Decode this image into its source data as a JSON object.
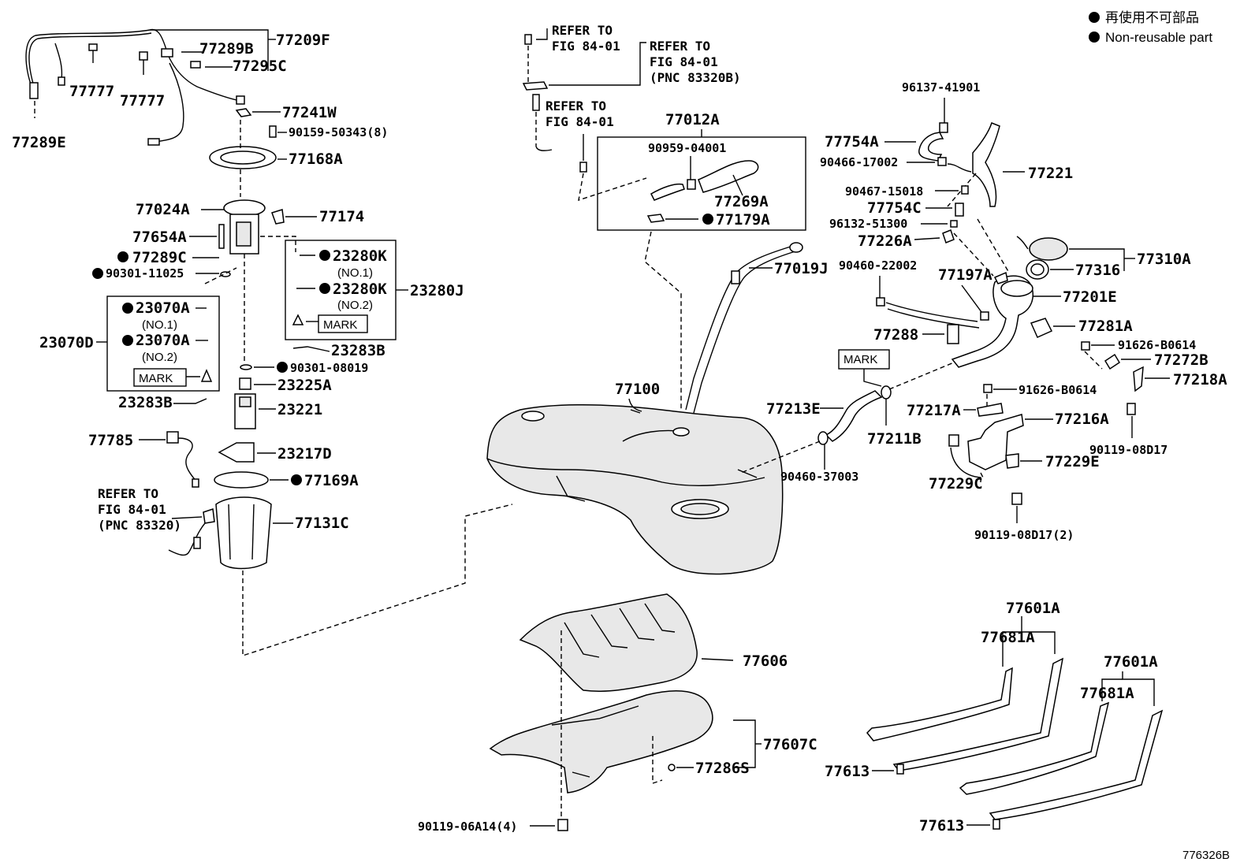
{
  "legend": {
    "line_jp": "再使用不可部品",
    "line_en": "Non-reusable part"
  },
  "figure_id": "776326B",
  "refs": {
    "r1_a": "REFER TO",
    "r1_b": "FIG 84-01",
    "r2_a": "REFER TO",
    "r2_b": "FIG 84-01",
    "r2_c": "(PNC 83320B)",
    "r3_a": "REFER TO",
    "r3_b": "FIG 84-01",
    "r4_a": "REFER TO",
    "r4_b": "FIG 84-01",
    "r4_c": "(PNC 83320)"
  },
  "parts": {
    "p77209F": "77209F",
    "p77289B": "77289B",
    "p77295C": "77295C",
    "p77777a": "77777",
    "p77777b": "77777",
    "p77289E": "77289E",
    "p77241W": "77241W",
    "p90159": "90159-50343(8)",
    "p77168A": "77168A",
    "p77024A": "77024A",
    "p77174": "77174",
    "p77654A": "77654A",
    "p77289C": "77289C",
    "p90301_11025": "90301-11025",
    "p23280K_1": "23280K",
    "p23280K_1n": "(NO.1)",
    "p23280K_2": "23280K",
    "p23280K_2n": "(NO.2)",
    "p23280J": "23280J",
    "mark1": "MARK",
    "p23283B_a": "23283B",
    "p23070A_1": "23070A",
    "p23070A_1n": "(NO.1)",
    "p23070A_2": "23070A",
    "p23070A_2n": "(NO.2)",
    "p23070D": "23070D",
    "mark2": "MARK",
    "p90301_08019": "90301-08019",
    "p23225A": "23225A",
    "p23283B_b": "23283B",
    "p23221": "23221",
    "p77785": "77785",
    "p23217D": "23217D",
    "p77169A": "77169A",
    "p77131C": "77131C",
    "p77012A": "77012A",
    "p90959": "90959-04001",
    "p77269A": "77269A",
    "p77179A": "77179A",
    "p77019J": "77019J",
    "p77100": "77100",
    "p96137": "96137-41901",
    "p77754A": "77754A",
    "p90466": "90466-17002",
    "p77221": "77221",
    "p90467": "90467-15018",
    "p77754C": "77754C",
    "p96132": "96132-51300",
    "p77226A": "77226A",
    "p90460_22002": "90460-22002",
    "p77197A": "77197A",
    "p77316": "77316",
    "p77310A": "77310A",
    "p77201E": "77201E",
    "p77281A": "77281A",
    "p77288": "77288",
    "p91626_a": "91626-B0614",
    "mark3": "MARK",
    "p77272B": "77272B",
    "p77218A": "77218A",
    "p91626_b": "91626-B0614",
    "p77213E": "77213E",
    "p77217A": "77217A",
    "p77216A": "77216A",
    "p77211B": "77211B",
    "p90119_08D17": "90119-08D17",
    "p77229E": "77229E",
    "p77229C": "77229C",
    "p90460_37003": "90460-37003",
    "p90119_08D17_2": "90119-08D17(2)",
    "p77606": "77606",
    "p77607C": "77607C",
    "p77286S": "77286S",
    "p90119_06A14": "90119-06A14(4)",
    "p77601A_a": "77601A",
    "p77681A_a": "77681A",
    "p77601A_b": "77601A",
    "p77681A_b": "77681A",
    "p77613_a": "77613",
    "p77613_b": "77613"
  }
}
